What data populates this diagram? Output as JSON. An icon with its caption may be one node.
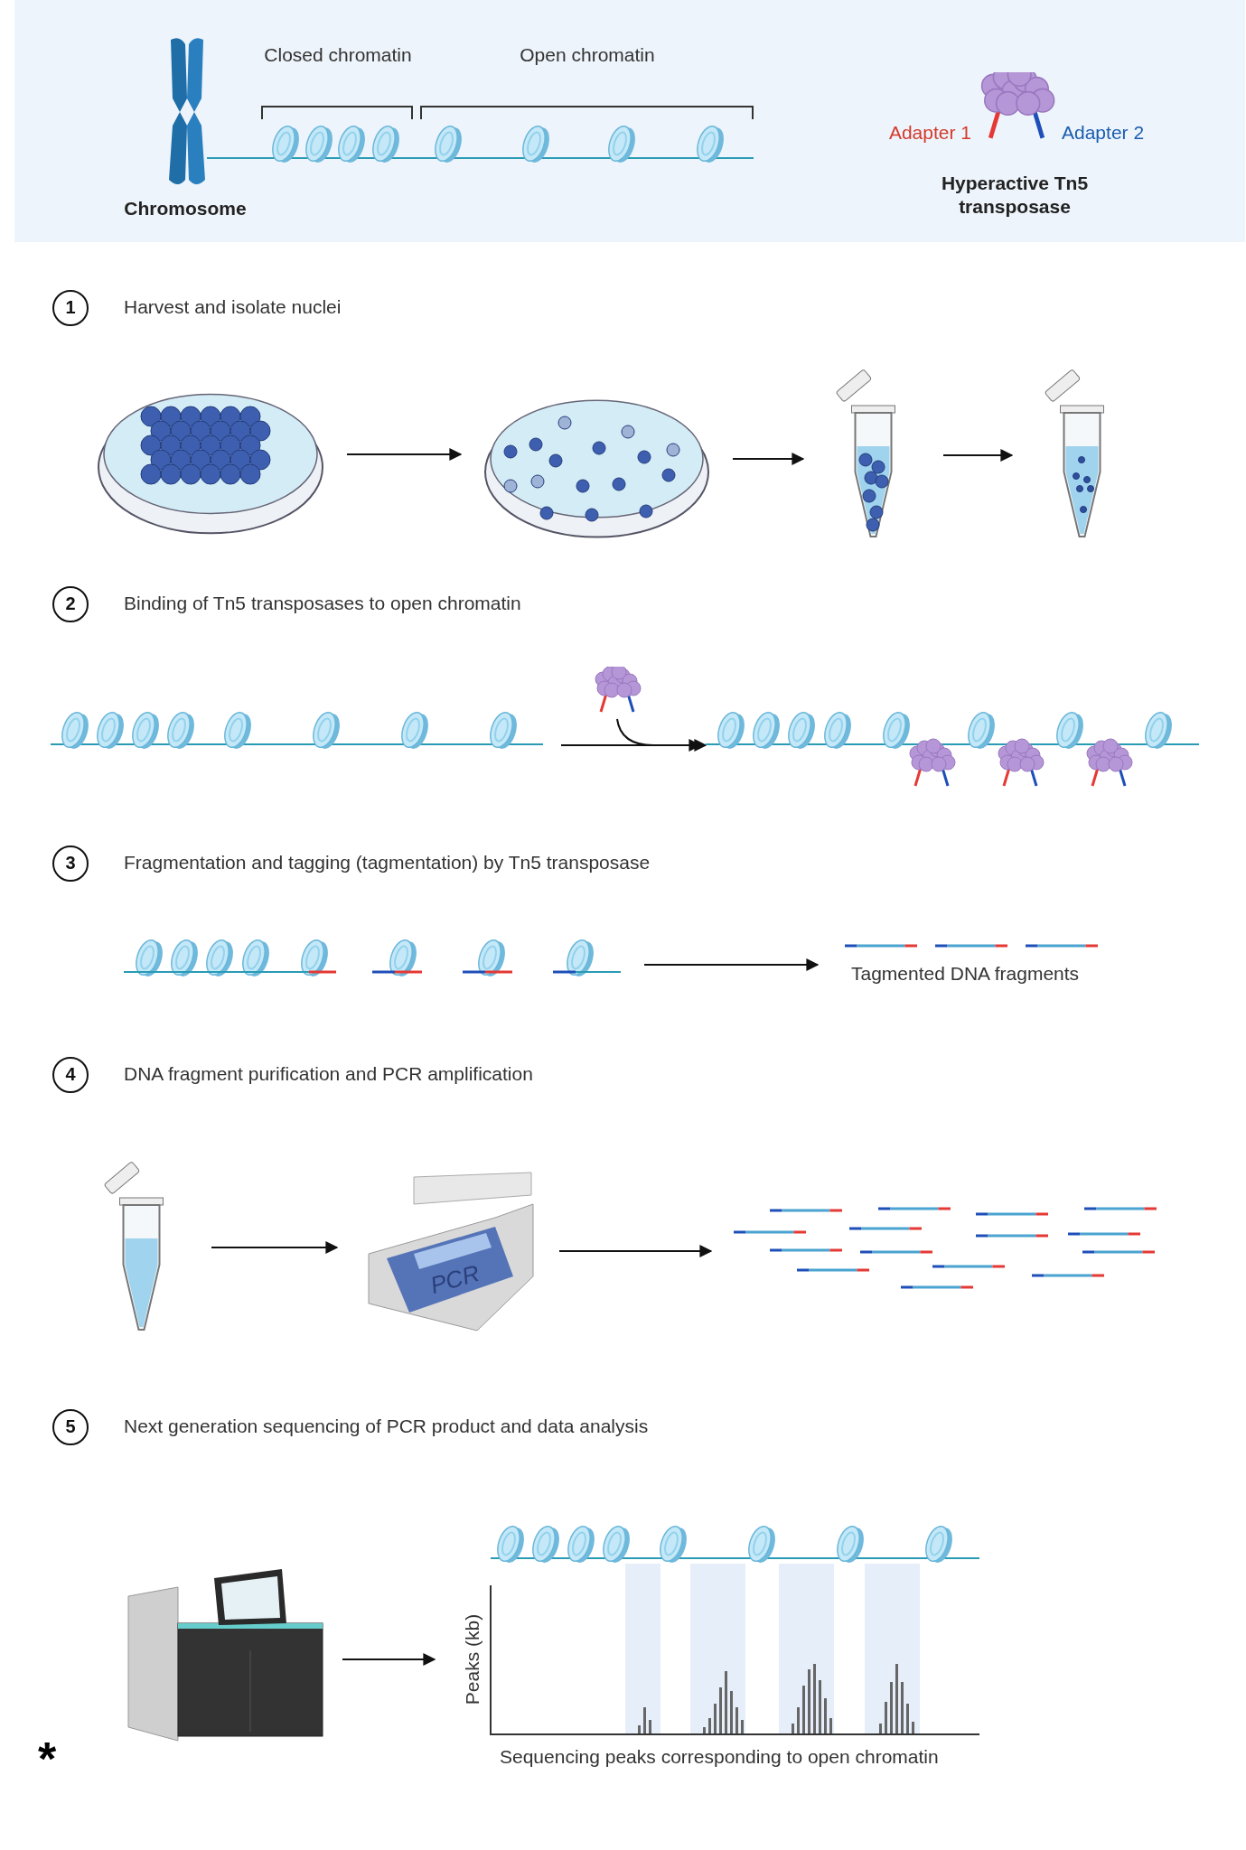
{
  "diagram": {
    "nodes": [
      {
        "text": [],
        "shape": "picture"
      },
      {
        "text": [],
        "shape": "picture"
      },
      {
        "text": [],
        "shape": "picture"
      },
      {
        "text": [],
        "shape": "picture"
      },
      {
        "text": [],
        "shape": "picture"
      },
      {
        "text": [],
        "shape": "picture"
      },
      {
        "text": [],
        "shape": "picture"
      },
      {
        "text": [],
        "shape": "picture"
      },
      {
        "text": [
          "Tagmented DNA fragments"
        ]
      },
      {
        "text": [],
        "shape": "picture"
      },
      {
        "text": [
          "PCR"
        ]
      },
      {
        "text": [],
        "shape": "picture"
      },
      {
        "text": [],
        "shape": "picture"
      },
      {
        "text": [
          "Peaks (kb)",
          "Sequencing peaks corresponding to open chromatin"
        ]
      }
    ],
    "edges": [
      {
        "from": 0,
        "to": 1,
        "arrow": "to"
      },
      {
        "from": 1,
        "to": 2,
        "arrow": "to"
      },
      {
        "from": 2,
        "to": 3,
        "arrow": "to"
      },
      {
        "from": 4,
        "to": 5,
        "arrow": "to"
      },
      {
        "from": 6,
        "to": 5,
        "arrow": "to"
      },
      {
        "from": 7,
        "to": 8,
        "arrow": "to"
      },
      {
        "from": 9,
        "to": 10,
        "arrow": "to"
      },
      {
        "from": 10,
        "to": 11,
        "arrow": "to"
      },
      {
        "from": 12,
        "to": 13,
        "arrow": "to"
      }
    ],
    "labels": [
      "Closed chromatin",
      "Open chromatin",
      "Adapter 1",
      "Adapter 2",
      "Chromosome",
      "Hyperactive Tn5 transposase",
      "1",
      "Harvest and isolate nuclei",
      "2",
      "Binding of Tn5 transposases to open chromatin",
      "3",
      "Fragmentation and tagging (tagmentation) by Tn5 transposase",
      "4",
      "DNA fragment purification and PCR amplification",
      "5",
      "Next generation sequencing of PCR product and data analysis",
      "*"
    ]
  }
}
